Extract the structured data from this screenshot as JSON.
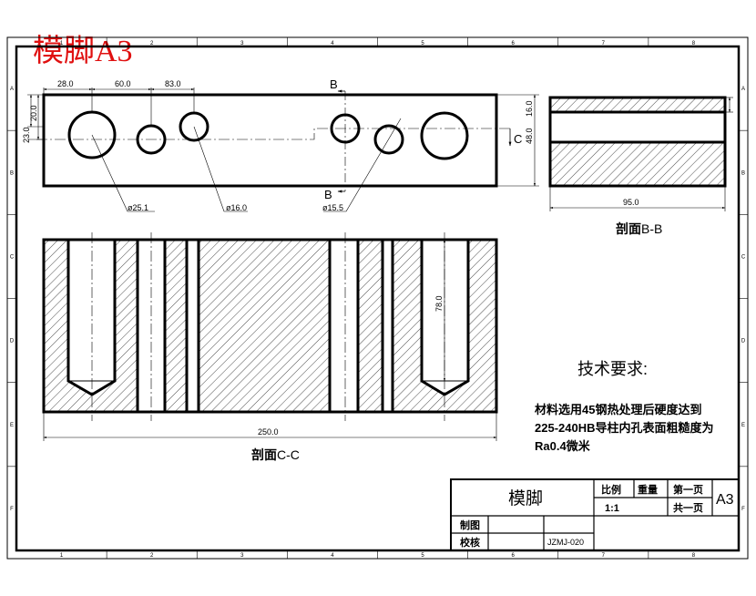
{
  "sheet_title": "模脚A3",
  "dimensions": {
    "d28": "28.0",
    "d60": "60.0",
    "d83": "83.0",
    "d20": "20.0",
    "d23": "23.0",
    "d16v": "16.0",
    "d48v": "48.0",
    "d95": "95.0",
    "d78": "78.0",
    "d250": "250.0",
    "dia25": "ø25.1",
    "dia16": "ø16.0",
    "dia15": "ø15.5"
  },
  "section_marks": {
    "b_top": "B",
    "b_bottom": "B",
    "c_mark": "C"
  },
  "view_labels": {
    "bb_bold": "剖面",
    "bb_rest": "B-B",
    "cc_bold": "剖面",
    "cc_rest": "C-C"
  },
  "tech": {
    "heading": "技术要求:",
    "line1": "材料选用45钢热处理后硬度达到",
    "line2": "225-240HB导柱内孔表面粗糙度为",
    "line3": "Ra0.4微米"
  },
  "title_block": {
    "part_name": "模脚",
    "scale_label": "比例",
    "weight_label": "重量",
    "sheet_label": "第一页",
    "scale_value": "1:1",
    "total_label": "共一页",
    "format": "A3",
    "drawn_label": "制图",
    "checked_label": "校核",
    "drawing_no": "JZMJ-020"
  },
  "border_zones": {
    "top": [
      "1",
      "2",
      "3",
      "4",
      "5",
      "6",
      "7",
      "8"
    ],
    "bottom": [
      "1",
      "2",
      "3",
      "4",
      "5",
      "6",
      "7",
      "8"
    ],
    "left": [
      "A",
      "B",
      "C",
      "D",
      "E",
      "F"
    ],
    "right": [
      "A",
      "B",
      "C",
      "D",
      "E",
      "F"
    ]
  }
}
